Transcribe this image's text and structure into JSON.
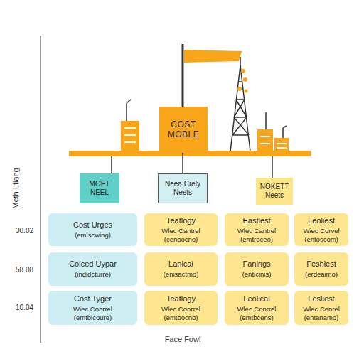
{
  "diagram": {
    "nodes": [
      {
        "text": [
          "COST MOBLE"
        ]
      },
      {
        "text": [
          "MOET NEEL"
        ]
      },
      {
        "text": [
          "Neea Crely Neets"
        ]
      },
      {
        "text": [
          "NOKETT Neets"
        ]
      },
      {
        "text": [
          "Cost Urges",
          "(emlscwing)"
        ]
      },
      {
        "text": [
          "Teatlogy",
          "Wlec Cantrel",
          "(cenbocno)"
        ]
      },
      {
        "text": [
          "Eastlest",
          "Wlec Cantrel",
          "(emtroceo)"
        ]
      },
      {
        "text": [
          "Leoliest",
          "Wiec Corvel",
          "(entoscom)"
        ]
      },
      {
        "text": [
          "Colced Uypar",
          "(indidcturre)"
        ]
      },
      {
        "text": [
          "Lanical",
          "(enisactmo)"
        ]
      },
      {
        "text": [
          "Fanings",
          "(enticinis)"
        ]
      },
      {
        "text": [
          "Feshiest",
          "(erdeaimo)"
        ]
      },
      {
        "text": [
          "Cost Tyger",
          "Wiec Conrrel",
          "(emtbicoure)"
        ]
      },
      {
        "text": [
          "Teatlogy",
          "Wlec Conrrel",
          "(emtbocno)"
        ]
      },
      {
        "text": [
          "Leolical",
          "Wlec Conrrel",
          "(emtbcens)"
        ]
      },
      {
        "text": [
          "Lesliest",
          "Wlec Cenrel",
          "(entanamo)"
        ]
      }
    ],
    "labels": [
      "Meth Lfiang",
      "30.02",
      "58.08",
      "10.04",
      "Face Fowl"
    ]
  }
}
